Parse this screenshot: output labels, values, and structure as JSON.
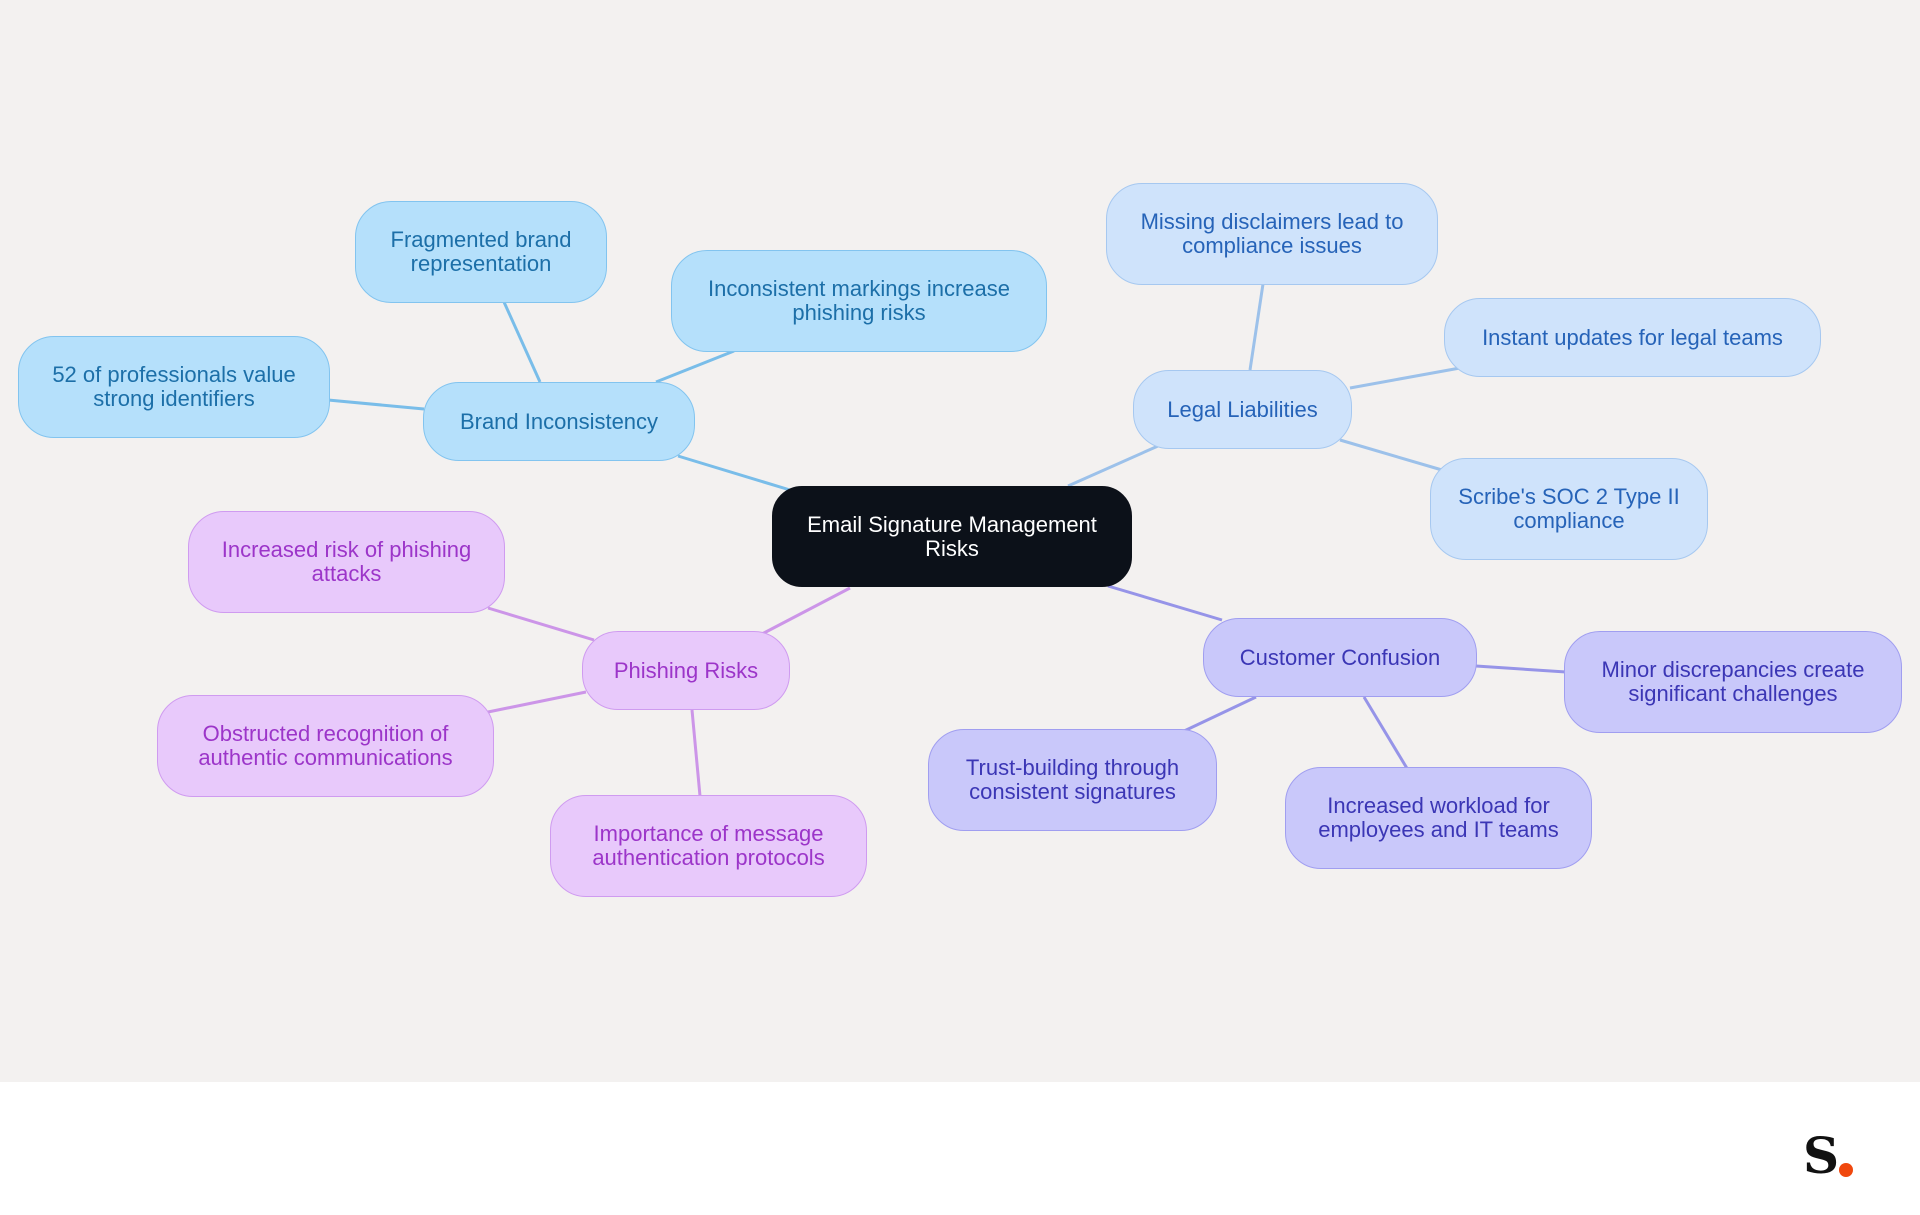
{
  "diagram": {
    "root": {
      "label": "Email Signature Management Risks"
    },
    "branches": [
      {
        "label": "Brand Inconsistency",
        "color": "#79bde9",
        "children": [
          "Fragmented brand representation",
          "Inconsistent markings increase phishing risks",
          "52 of professionals value strong identifiers"
        ]
      },
      {
        "label": "Legal Liabilities",
        "color": "#9cc1ea",
        "children": [
          "Missing disclaimers lead to compliance issues",
          "Instant updates for legal teams",
          "Scribe's SOC 2 Type II compliance"
        ]
      },
      {
        "label": "Customer Confusion",
        "color": "#9694e8",
        "children": [
          "Minor discrepancies create significant challenges",
          "Trust-building through consistent signatures",
          "Increased workload for employees and IT teams"
        ]
      },
      {
        "label": "Phishing Risks",
        "color": "#cc95e8",
        "children": [
          "Increased risk of phishing attacks",
          "Obstructed recognition of authentic communications",
          "Importance of message authentication protocols"
        ]
      }
    ]
  },
  "logo": {
    "name": "s-logo-icon",
    "dot_color": "#f0480e"
  }
}
